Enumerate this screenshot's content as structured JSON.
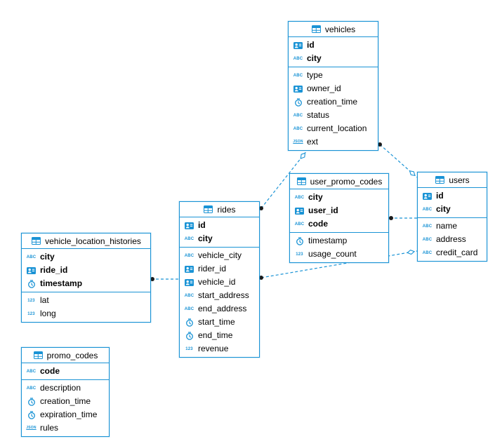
{
  "diagram": {
    "accent": "#1a93d5",
    "marker_dot_color": "#1b1b1b",
    "tables": [
      {
        "id": "vehicles",
        "title": "vehicles",
        "primary_fields": [
          {
            "name": "id",
            "icon": "id"
          },
          {
            "name": "city",
            "icon": "abc"
          }
        ],
        "fields": [
          {
            "name": "type",
            "icon": "abc"
          },
          {
            "name": "owner_id",
            "icon": "id"
          },
          {
            "name": "creation_time",
            "icon": "clock"
          },
          {
            "name": "status",
            "icon": "abc"
          },
          {
            "name": "current_location",
            "icon": "abc"
          },
          {
            "name": "ext",
            "icon": "json"
          }
        ]
      },
      {
        "id": "user_promo_codes",
        "title": "user_promo_codes",
        "primary_fields": [
          {
            "name": "city",
            "icon": "abc"
          },
          {
            "name": "user_id",
            "icon": "id"
          },
          {
            "name": "code",
            "icon": "abc"
          }
        ],
        "fields": [
          {
            "name": "timestamp",
            "icon": "clock"
          },
          {
            "name": "usage_count",
            "icon": "num"
          }
        ]
      },
      {
        "id": "users",
        "title": "users",
        "primary_fields": [
          {
            "name": "id",
            "icon": "id"
          },
          {
            "name": "city",
            "icon": "abc"
          }
        ],
        "fields": [
          {
            "name": "name",
            "icon": "abc"
          },
          {
            "name": "address",
            "icon": "abc"
          },
          {
            "name": "credit_card",
            "icon": "abc"
          }
        ]
      },
      {
        "id": "rides",
        "title": "rides",
        "primary_fields": [
          {
            "name": "id",
            "icon": "id"
          },
          {
            "name": "city",
            "icon": "abc"
          }
        ],
        "fields": [
          {
            "name": "vehicle_city",
            "icon": "abc"
          },
          {
            "name": "rider_id",
            "icon": "id"
          },
          {
            "name": "vehicle_id",
            "icon": "id"
          },
          {
            "name": "start_address",
            "icon": "abc"
          },
          {
            "name": "end_address",
            "icon": "abc"
          },
          {
            "name": "start_time",
            "icon": "clock"
          },
          {
            "name": "end_time",
            "icon": "clock"
          },
          {
            "name": "revenue",
            "icon": "num"
          }
        ]
      },
      {
        "id": "vehicle_location_histories",
        "title": "vehicle_location_histories",
        "primary_fields": [
          {
            "name": "city",
            "icon": "abc"
          },
          {
            "name": "ride_id",
            "icon": "id"
          },
          {
            "name": "timestamp",
            "icon": "clock"
          }
        ],
        "fields": [
          {
            "name": "lat",
            "icon": "num"
          },
          {
            "name": "long",
            "icon": "num"
          }
        ]
      },
      {
        "id": "promo_codes",
        "title": "promo_codes",
        "primary_fields": [
          {
            "name": "code",
            "icon": "abc"
          }
        ],
        "fields": [
          {
            "name": "description",
            "icon": "abc"
          },
          {
            "name": "creation_time",
            "icon": "clock"
          },
          {
            "name": "expiration_time",
            "icon": "clock"
          },
          {
            "name": "rules",
            "icon": "json"
          }
        ]
      }
    ],
    "relationships": [
      {
        "from": "rides",
        "to": "vehicles",
        "from_marker": "dot",
        "to_marker": "diamond"
      },
      {
        "from": "vehicles",
        "to": "users",
        "from_marker": "dot",
        "to_marker": "diamond"
      },
      {
        "from": "user_promo_codes",
        "to": "users",
        "from_marker": "dot",
        "to_marker": "none"
      },
      {
        "from": "rides",
        "to": "users",
        "from_marker": "dot",
        "to_marker": "diamond"
      },
      {
        "from": "vehicle_location_histories",
        "to": "rides",
        "from_marker": "dot",
        "to_marker": "none"
      }
    ]
  }
}
